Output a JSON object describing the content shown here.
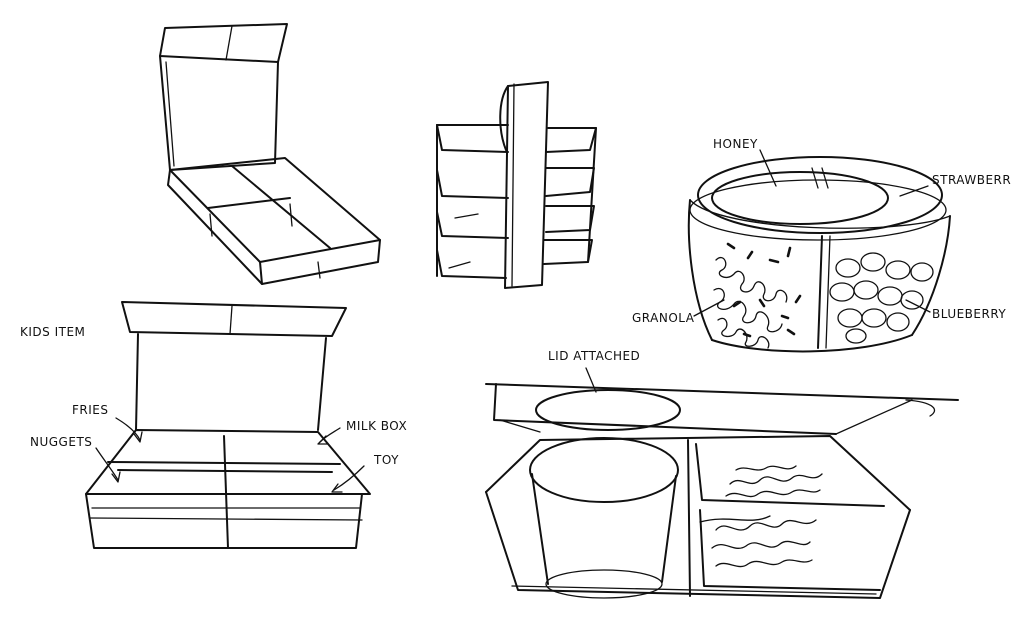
{
  "labels": {
    "honey": "HONEY",
    "strawberry": "STRAWBERR",
    "granola": "GRANOLA",
    "blueberry": "BLUEBERRY",
    "kids_item": "KIDS ITEM",
    "fries": "FRIES",
    "nuggets": "NUGGETS",
    "milk_box": "MILK BOX",
    "toy": "TOY",
    "lid_attached": "LID ATTACHED"
  },
  "colors": {
    "ink": "#111111",
    "paper": "#ffffff"
  }
}
